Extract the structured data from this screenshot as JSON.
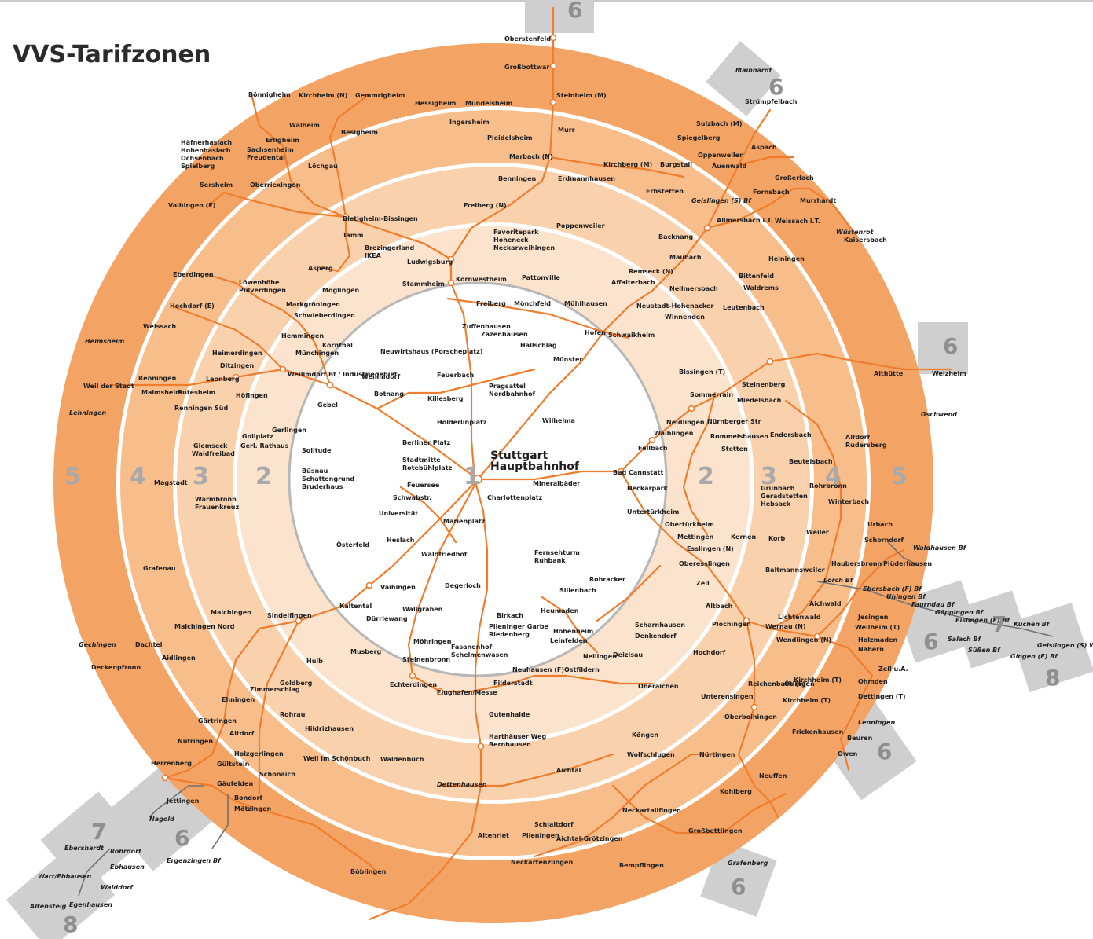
{
  "title": "VVS-Tarifzonen",
  "colors": {
    "zone5": "#f3a465",
    "zone4": "#f7be8c",
    "zone3": "#fad1ad",
    "zone2": "#fce3cd",
    "zone1": "#ffffff",
    "line": "#ef7d2d",
    "ring": "#ffffff",
    "outer_box": "#cfcfcf",
    "s_bahn_ring": "#b7b7b7"
  },
  "zones": {
    "z1": "1",
    "west": [
      "5",
      "4",
      "3",
      "2"
    ],
    "east": [
      "2",
      "3",
      "4",
      "5"
    ],
    "outer": {
      "top": "6",
      "northeast": "6",
      "east": "6",
      "goeppingen_6": "6",
      "goeppingen_7": "7",
      "goeppingen_8": "8",
      "south_east": "6",
      "south": "6",
      "southwest_6": "6",
      "southwest_7": "7",
      "southwest_8": "8"
    }
  },
  "hub": {
    "line1": "Stuttgart",
    "line2": "Hauptbahnhof"
  },
  "stations": {
    "north": [
      "Oberstenfeld",
      "Großbottwar",
      "Steinheim (M)",
      "Murr",
      "Besigheim",
      "Kirchheim (N)",
      "Gemmrigheim",
      "Walheim",
      "Hessigheim",
      "Mundelsheim",
      "Ingersheim",
      "Pleidelsheim",
      "Marbach (N)",
      "Benningen",
      "Erdmannhausen",
      "Kirchberg (M)",
      "Burgstall",
      "Erbstetten",
      "Freiberg (N)",
      "Poppenweiler",
      "Favoritepark",
      "Hoheneck",
      "Neckarweihingen",
      "Ludwigsburg",
      "Bietigheim-Bissingen",
      "Tamm",
      "Asperg",
      "Brezingerland",
      "IKEA",
      "Kornwestheim",
      "Pattonville",
      "Stammheim",
      "Bönnigheim",
      "Erligheim",
      "Löchgau",
      "Sachsenheim",
      "Freudental",
      "Häfnerhaslach",
      "Hohenhaslach",
      "Ochsenbach",
      "Spielberg",
      "Sersheim",
      "Oberriexingen",
      "Vaihingen (E)"
    ],
    "west": [
      "Eberdingen",
      "Hochdorf (E)",
      "Weissach",
      "Heimsheim",
      "Löwenhöhe",
      "Pulverdingen",
      "Markgröningen",
      "Möglingen",
      "Schwieberdingen",
      "Hemmingen",
      "Kornthal",
      "Münchingen",
      "Heimerdingen",
      "Ditzingen",
      "Leonberg",
      "Rutesheim",
      "Renningen",
      "Renningen Süd",
      "Malmsheim",
      "Weil der Stadt",
      "Lehningen",
      "Höfingen",
      "Weilimdorf",
      "Neuwirtshaus (Porscheplatz)",
      "Gerlingen",
      "Gebel",
      "Weilimdorf Bf / Industriegebiet",
      "Glemseck",
      "Waldfreibad",
      "Gollplatz",
      "Gerl. Rathaus",
      "Solitude",
      "Büsnau",
      "Schattengrund",
      "Bruderhaus",
      "Magstadt",
      "Warmbronn",
      "Frauenkreuz",
      "Grafenau",
      "Maichingen",
      "Maichingen Nord",
      "Sindelfingen",
      "Dachtel",
      "Gechingen",
      "Aidlingen",
      "Deckenpfronn",
      "Ehningen",
      "Gärtringen",
      "Nufringen",
      "Herrenberg",
      "Gültstein",
      "Gäufelden",
      "Jettingen",
      "Bondorf",
      "Mötzingen",
      "Nagold",
      "Ergenzingen Bf",
      "Ebershardt",
      "Wart/Ebhausen",
      "Rohrdorf",
      "Ebhausen",
      "Altensteig",
      "Egenhausen",
      "Walddorf"
    ],
    "inner": [
      "Feuerbach",
      "Zuffenhausen",
      "Zazenhausen",
      "Hallschlag",
      "Freiberg",
      "Mönchfeld",
      "Mühlhausen",
      "Killesberg",
      "Pragsattel",
      "Nordbahnhof",
      "Botnang",
      "Hofen",
      "Münster",
      "Wilhelma",
      "Holderlinplatz",
      "Berliner Platz",
      "Stadtmitte",
      "Rotebühlplatz",
      "Feuersee",
      "Schwabstr.",
      "Universität",
      "Charlottenplatz",
      "Mineralbäder",
      "Österfeld",
      "Vaihingen",
      "Möhringen",
      "Degerloch",
      "Fernsehturm",
      "Ruhbank",
      "Marienplatz",
      "Heslach",
      "Waldfriedhof",
      "Rohracker",
      "Sillenbach",
      "Kaltental",
      "Wallgraben",
      "Dürrlewang",
      "Fasanenhof",
      "Schelmenwasen",
      "Birkach",
      "Plieninger Garbe",
      "Riedenberg",
      "Heumaden",
      "Hohenheim",
      "Leinfelden",
      "Echterdingen",
      "Flughafen/Messe",
      "Filderstadt",
      "Gutenhalde",
      "Harthäuser Weg",
      "Bernhausen",
      "Plieningen",
      "Neuhausen (F)",
      "Ostfildern",
      "Nellingen",
      "Scharnhausen",
      "Denkendorf",
      "Oberaichen",
      "Musberg",
      "Steinenbronn",
      "Waldenbuch",
      "Dettenhausen",
      "Böblingen",
      "Goldberg",
      "Hulb",
      "Zimmerschlag",
      "Rohrau",
      "Hildrizhausen",
      "Altdorf",
      "Holzgerlingen",
      "Schönaich",
      "Weil im Schönbuch"
    ],
    "east": [
      "Bad Cannstatt",
      "Neckarpark",
      "Untertürkheim",
      "Obertürkheim",
      "Mettingen",
      "Esslingen (N)",
      "Oberesslingen",
      "Zell",
      "Altbach",
      "Plochingen",
      "Wernau (N)",
      "Wendlingen (N)",
      "Ötlingen",
      "Kirchheim (T)",
      "Unterensingen",
      "Oberboihingen",
      "Nürtingen",
      "Wolfschlugen",
      "Aichtal",
      "Neckartailfingen",
      "Neckartenzlingen",
      "Bempflingen",
      "Altenriet",
      "Schlaitdorf",
      "Aichtal-Grötzingen",
      "Großbettlingen",
      "Grafenberg",
      "Kohlberg",
      "Neuffen",
      "Frickenhausen",
      "Beuren",
      "Owen",
      "Lenningen",
      "Dettingen (T)",
      "Nabern",
      "Holzmaden",
      "Weilheim (T)",
      "Jesingen",
      "Ohmden",
      "Zell u.A.",
      "Bissingen (T)",
      "Neidlingen",
      "Waiblingen",
      "Fellbach",
      "Sommerrain",
      "Nürnberger Str",
      "Rommelshausen",
      "Stetten",
      "Endersbach",
      "Beutelsbach",
      "Grunbach",
      "Geradstetten",
      "Hebsack",
      "Rohrbronn",
      "Winterbach",
      "Weiler",
      "Schorndorf",
      "Urbach",
      "Haubersbronn",
      "Plüderhausen",
      "Waldhausen Bf",
      "Lorch Bf",
      "Ebersbach (F) Bf",
      "Uhingen Bf",
      "Faurndau Bf",
      "Göppingen Bf",
      "Eislingen (F) Bf",
      "Salach Bf",
      "Süßen Bf",
      "Gingen (F) Bf",
      "Kuchen Bf",
      "Geislingen (S) West Bf",
      "Geislingen (S) Bf",
      "Backnang",
      "Maubach",
      "Nellmersbach",
      "Leutenbach",
      "Winnenden",
      "Schwaikheim",
      "Neustadt-Hohenacker",
      "Remseck (N)",
      "Affalterbach",
      "Bittenfeld",
      "Waldrems",
      "Heiningen",
      "Allmersbach i.T.",
      "Weissach i.T.",
      "Auenwald",
      "Oppenweiler",
      "Sulzbach (M)",
      "Spiegelberg",
      "Aspach",
      "Großerlach",
      "Murrhardt",
      "Fornsbach",
      "Strümpfelbach",
      "Mainhardt",
      "Wüstenrot",
      "Kaisersbach",
      "Althütte",
      "Welzheim",
      "Gschwend",
      "Alfdorf",
      "Rudersberg",
      "Steinenberg",
      "Miedelsbach",
      "Korb",
      "Kernen",
      "Baltmannsweiler",
      "Aichwald",
      "Lichtenwald",
      "Hochdorf",
      "Reichenbach (F)",
      "Deizisau",
      "Köngen",
      "Kirchheim (T)",
      "Denkendorf",
      "Ostfildern-Ruit",
      "Unterboihingen"
    ]
  }
}
